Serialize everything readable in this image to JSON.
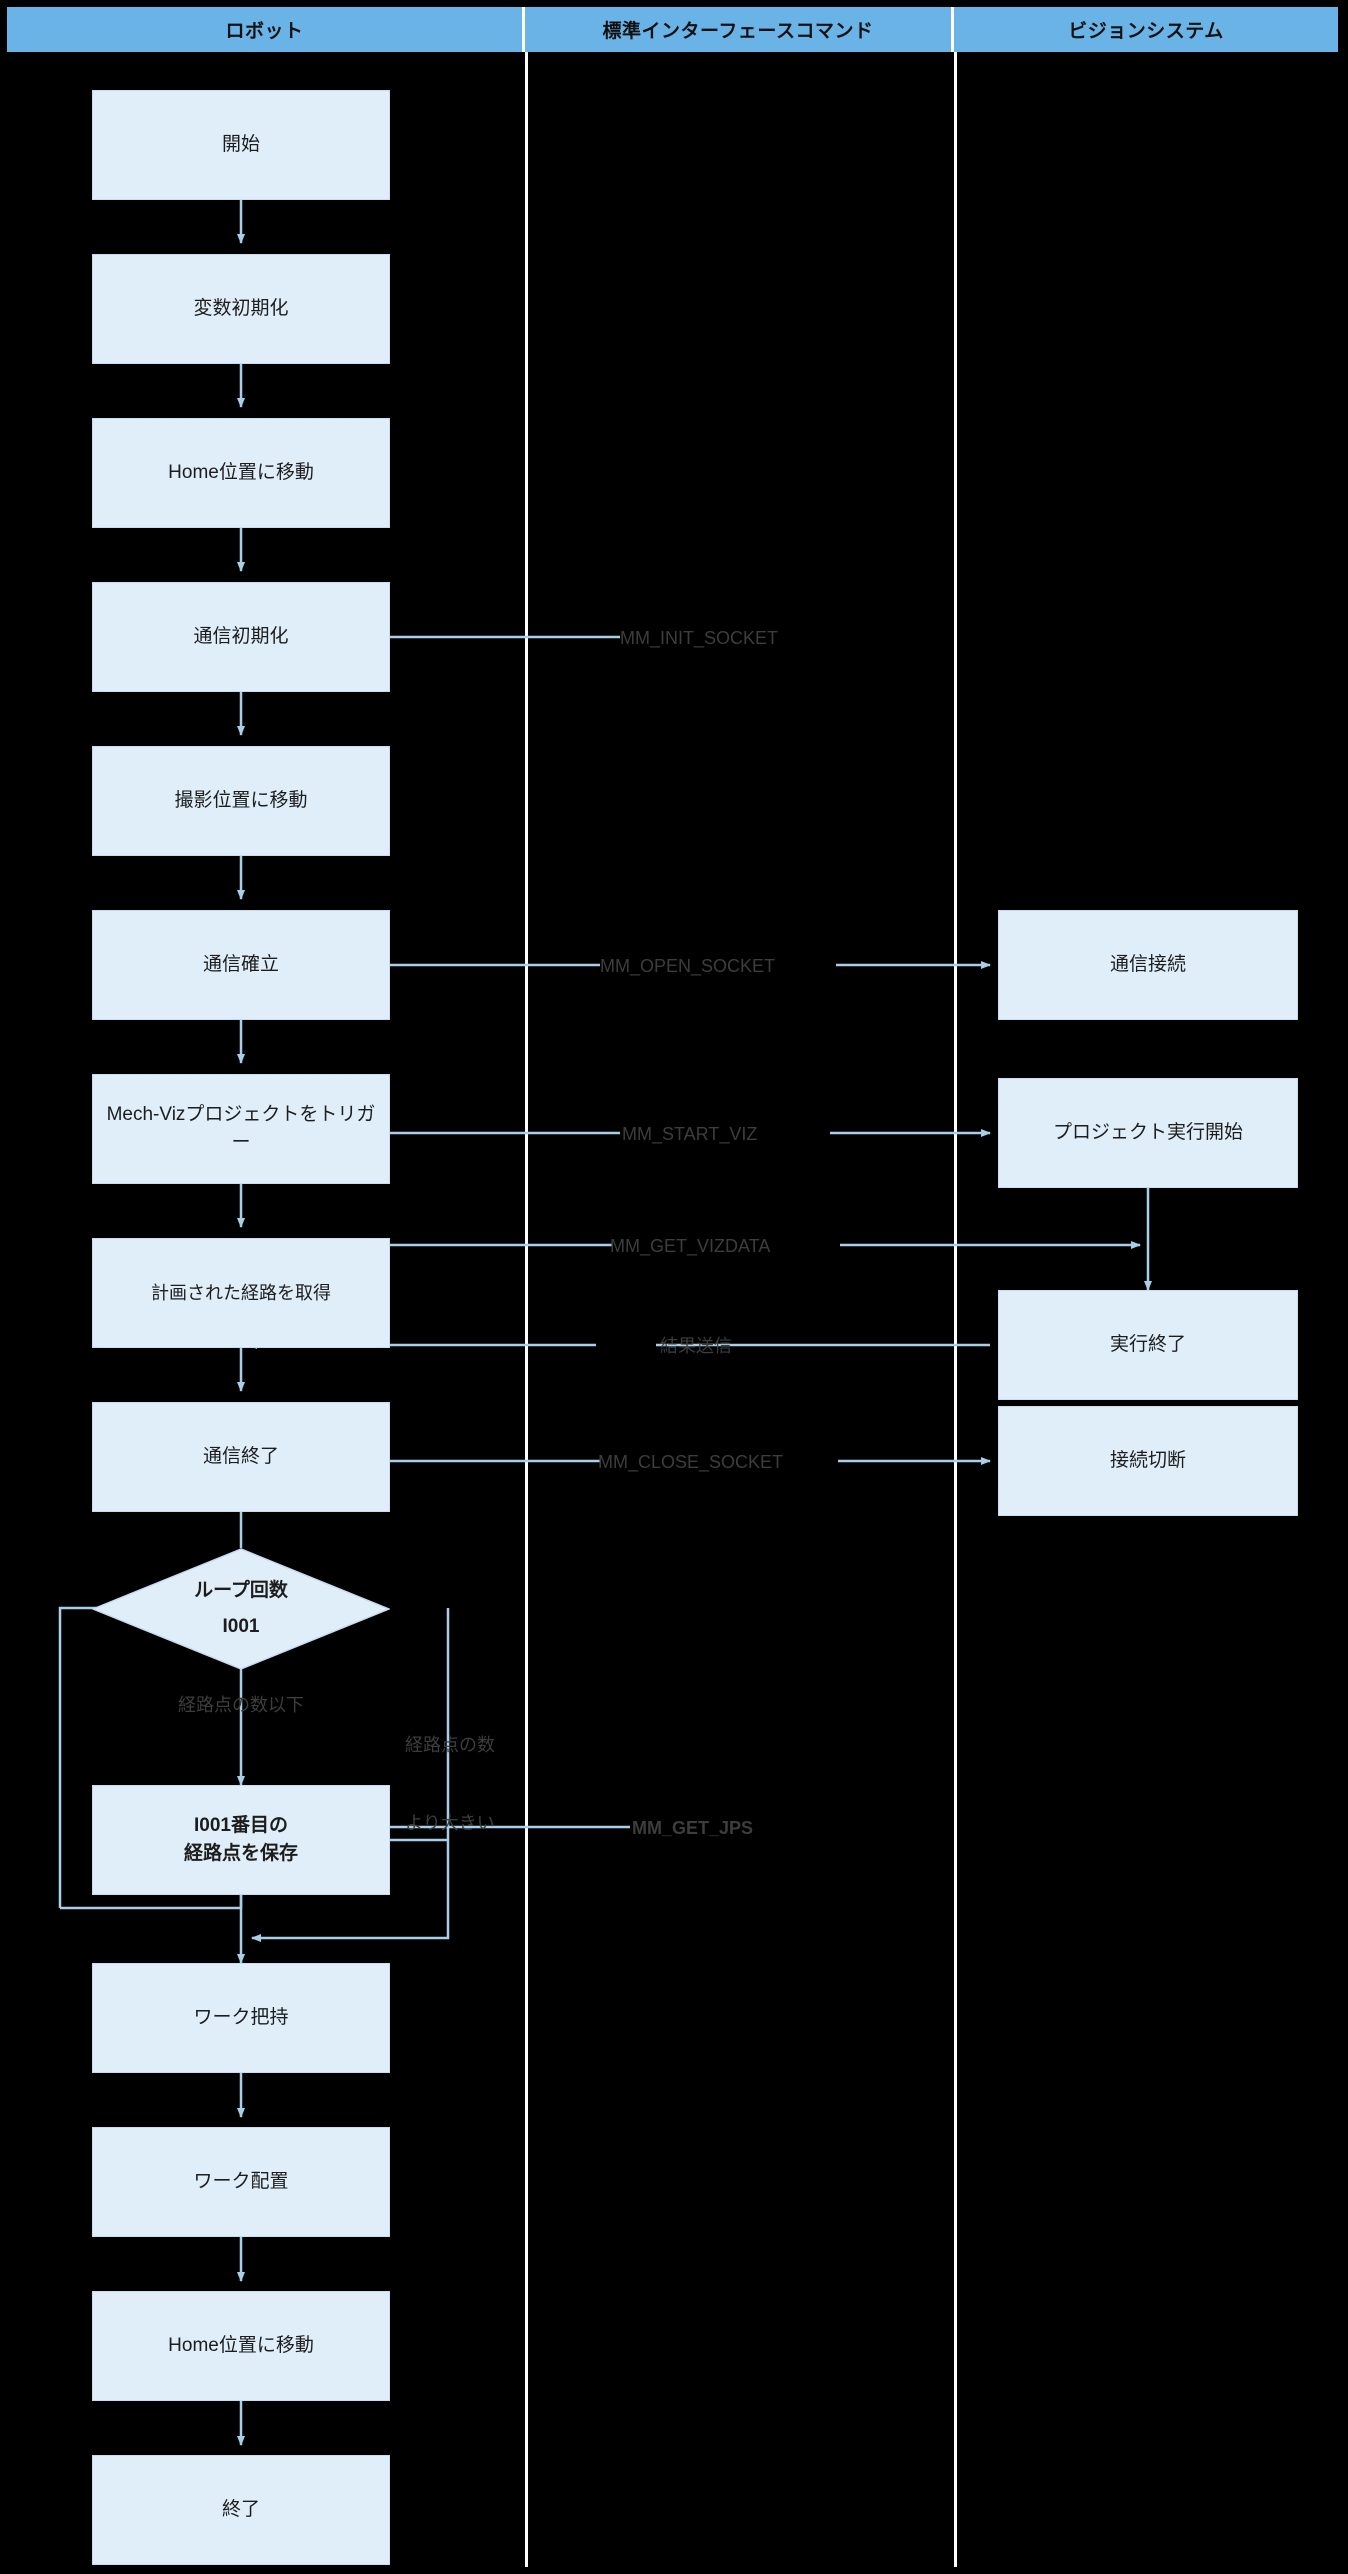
{
  "diagram": {
    "type": "flowchart",
    "title_present": false,
    "background_color": "#000000",
    "lane_header_color": "#69b3e7",
    "node_fill_color": "#e0eefa",
    "connector_color": "#a8cfe8",
    "lanes": [
      {
        "id": "robot",
        "label": "ロボット"
      },
      {
        "id": "command",
        "label": "標準インターフェースコマンド"
      },
      {
        "id": "vision",
        "label": "ビジョンシステム"
      }
    ],
    "robot_nodes": [
      {
        "id": "start",
        "label": "開始",
        "shape": "rect"
      },
      {
        "id": "init-var",
        "label": "変数初期化",
        "shape": "rect"
      },
      {
        "id": "move-home-1",
        "label": "Home位置に移動",
        "shape": "rect"
      },
      {
        "id": "init-comm",
        "label": "通信初期化",
        "shape": "rect"
      },
      {
        "id": "move-capture",
        "label": "撮影位置に移動",
        "shape": "rect"
      },
      {
        "id": "open-comm",
        "label": "通信確立",
        "shape": "rect"
      },
      {
        "id": "trigger-viz",
        "label": "Mech-Vizプロジェクトをトリガー",
        "shape": "rect"
      },
      {
        "id": "get-path",
        "label": "計画された経路を取得",
        "shape": "rect"
      },
      {
        "id": "close-comm",
        "label": "通信終了",
        "shape": "rect"
      },
      {
        "id": "loop-count",
        "label": "ループ回数",
        "label2": "I001",
        "shape": "diamond"
      },
      {
        "id": "save-point",
        "label": "I001番目の",
        "label2": "経路点を保存",
        "shape": "rect",
        "bold": true
      },
      {
        "id": "pick",
        "label": "ワーク把持",
        "shape": "rect"
      },
      {
        "id": "place",
        "label": "ワーク配置",
        "shape": "rect"
      },
      {
        "id": "move-home-2",
        "label": "Home位置に移動",
        "shape": "rect"
      },
      {
        "id": "end",
        "label": "終了",
        "shape": "rect"
      }
    ],
    "vision_nodes": [
      {
        "id": "v-connect",
        "label": "通信接続"
      },
      {
        "id": "v-start-proj",
        "label": "プロジェクト実行開始"
      },
      {
        "id": "v-exec-done",
        "label": "実行終了"
      },
      {
        "id": "v-disconnect",
        "label": "接続切断"
      }
    ],
    "command_labels": [
      {
        "id": "cmd-init-socket",
        "text": "MM_INIT_SOCKET",
        "bold": false
      },
      {
        "id": "cmd-open-socket",
        "text": "MM_OPEN_SOCKET",
        "bold": false
      },
      {
        "id": "cmd-start-viz",
        "text": "MM_START_VIZ",
        "bold": false
      },
      {
        "id": "cmd-get-vizdata",
        "text": "MM_GET_VIZDATA",
        "bold": false
      },
      {
        "id": "cmd-send-result",
        "text": "結果送信",
        "bold": false
      },
      {
        "id": "cmd-close-socket",
        "text": "MM_CLOSE_SOCKET",
        "bold": false
      },
      {
        "id": "cmd-get-jps",
        "text": "MM_GET_JPS",
        "bold": true
      }
    ],
    "branch_labels": [
      {
        "id": "branch-yes",
        "text": "経路点の数以下"
      },
      {
        "id": "branch-no",
        "line1": "経路点の数",
        "line2": "より大きい"
      }
    ]
  }
}
